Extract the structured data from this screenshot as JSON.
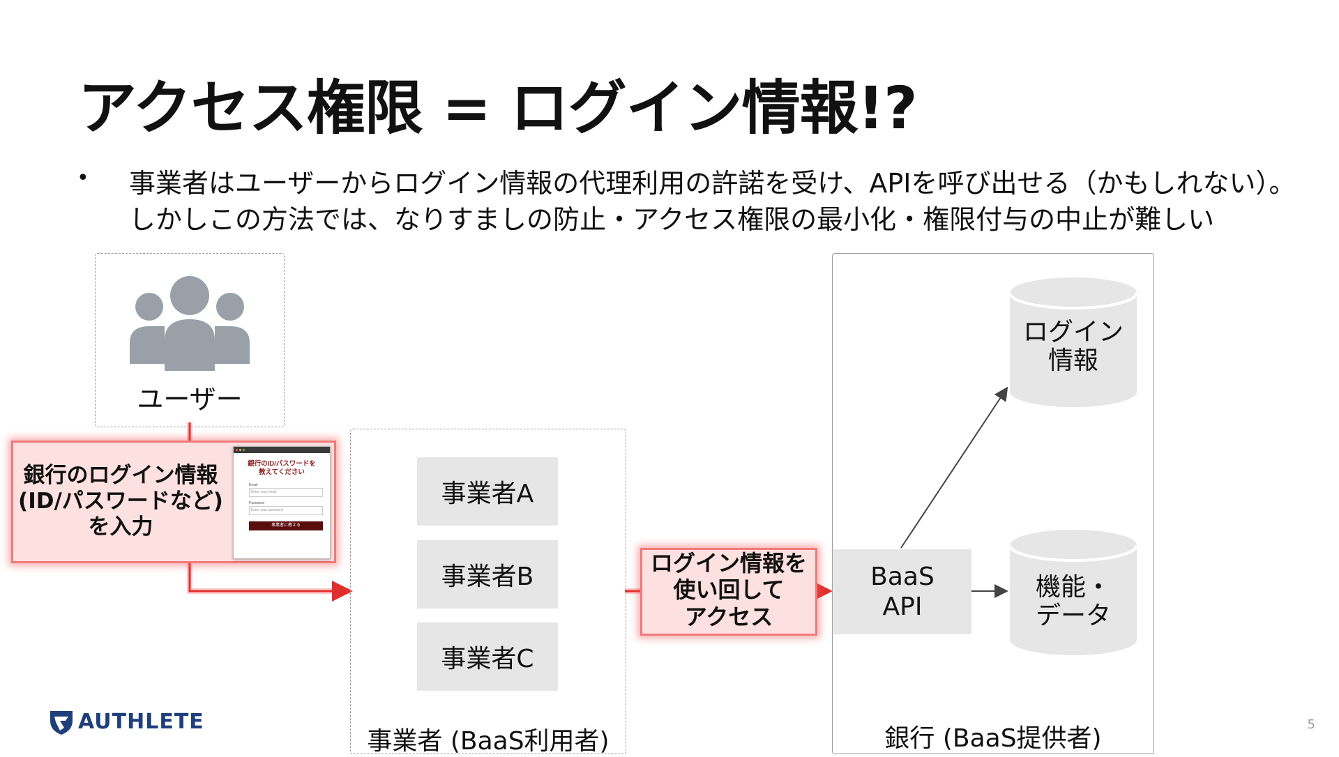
{
  "title": "アクセス権限 = ログイン情報!?",
  "bullet": {
    "symbol": "•",
    "line1": "事業者はユーザーからログイン情報の代理利用の許諾を受け、APIを呼び出せる（かもしれない）。",
    "line2": "しかしこの方法では、なりすましの防止・アクセス権限の最小化・権限付与の中止が難しい"
  },
  "diagram": {
    "user": {
      "label": "ユーザー",
      "icon": "users-group-icon"
    },
    "input_callout": {
      "line1": "銀行のログイン情報",
      "line2": "(ID/パスワードなど)",
      "line3": "を入力"
    },
    "mock_form": {
      "heading_line1": "銀行のID/パスワードを",
      "heading_line2": "教えてください",
      "email_label": "Email",
      "email_placeholder": "Enter your email",
      "password_label": "Password",
      "password_placeholder": "Enter your password",
      "submit_label": "事業者に教える"
    },
    "business": {
      "items": [
        "事業者A",
        "事業者B",
        "事業者C"
      ],
      "caption": "事業者 (BaaS利用者)"
    },
    "reuse_callout": {
      "line1": "ログイン情報を",
      "line2": "使い回して",
      "line3": "アクセス"
    },
    "bank": {
      "api_line1": "BaaS",
      "api_line2": "API",
      "db_login_line1": "ログイン",
      "db_login_line2": "情報",
      "db_data_line1": "機能・",
      "db_data_line2": "データ",
      "caption": "銀行 (BaaS提供者)"
    },
    "colors": {
      "arrow_red": "#e0302e",
      "callout_fill": "#fde0e0",
      "box_gray": "#e6e6e6",
      "icon_gray": "#9aa0a8"
    }
  },
  "footer": {
    "logo_text": "AUTHLETE",
    "logo_icon": "authlete-shield-icon",
    "page_number": "5"
  }
}
